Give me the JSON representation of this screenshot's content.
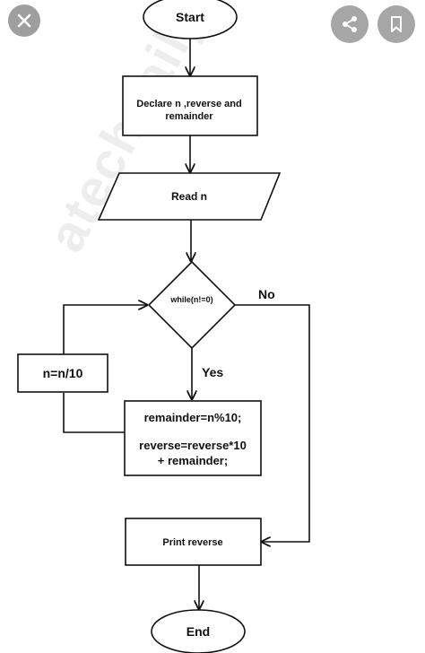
{
  "toolbar": {
    "close_icon": "close-icon",
    "share_icon": "share-icon",
    "bookmark_icon": "bookmark-icon"
  },
  "flowchart": {
    "start": "Start",
    "declare_line1": "Declare n ,reverse and",
    "declare_line2": "remainder",
    "read": "Read n",
    "condition": "while(n!=0)",
    "no_label": "No",
    "yes_label": "Yes",
    "divide": "n=n/10",
    "process_line1": "remainder=n%10;",
    "process_line2": "reverse=reverse*10",
    "process_line3": "+ remainder;",
    "print": "Print reverse",
    "end": "End"
  },
  "watermark": "atechdaily.com"
}
